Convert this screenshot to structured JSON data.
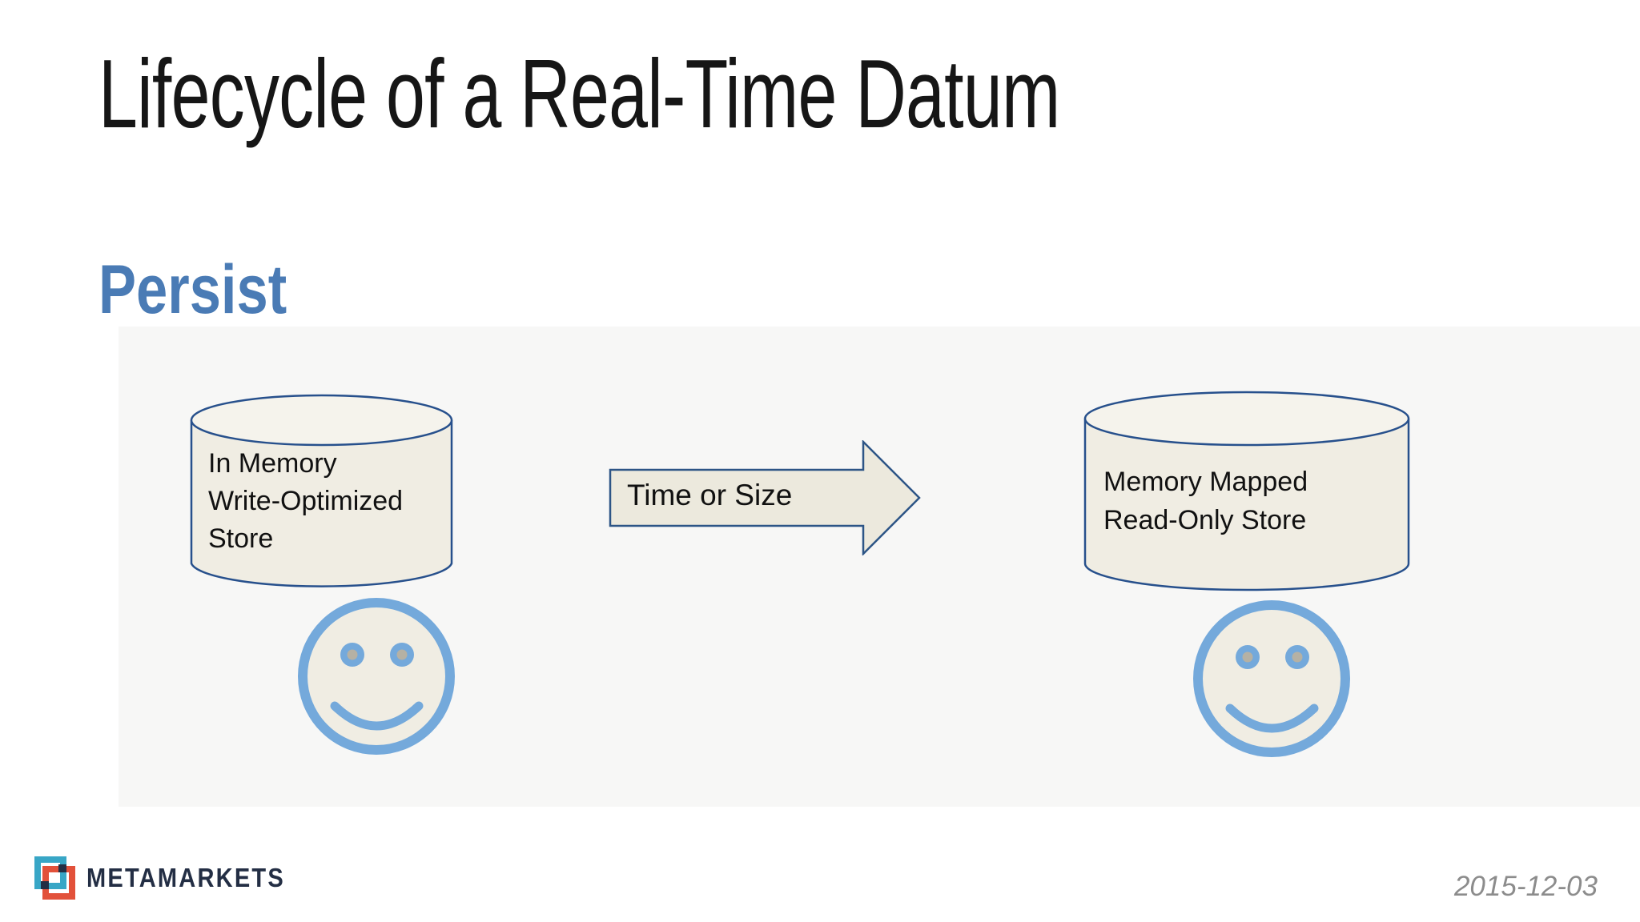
{
  "slide": {
    "title": "Lifecycle of a Real-Time Datum",
    "section_heading": "Persist",
    "date": "2015-12-03",
    "logo_text": "METAMARKETS"
  },
  "diagram": {
    "left_store": {
      "lines": [
        "In Memory",
        "Write-Optimized",
        "Store"
      ]
    },
    "arrow_label": "Time or Size",
    "right_store": {
      "lines": [
        "Memory Mapped",
        "Read-Only Store"
      ]
    }
  },
  "icons": {
    "left_store": "database-cylinder-icon",
    "right_store": "database-cylinder-icon",
    "transition": "right-arrow-icon",
    "left_face": "smiley-face-icon",
    "right_face": "smiley-face-icon"
  },
  "colors": {
    "heading_blue": "#4a7bb5",
    "smiley_blue": "#74a9db",
    "cylinder_fill": "#f0ede3",
    "cylinder_top_fill": "#f5f3ec",
    "cylinder_stroke": "#27508c",
    "arrow_fill": "#ece9dd",
    "arrow_stroke": "#2d5586",
    "eye_pupil": "#b5b1a4",
    "logo_teal": "#38a6c6",
    "logo_orange": "#e2513a",
    "logo_navy": "#232e44",
    "date_gray": "#8c8c8c",
    "title_black": "#161616",
    "panel_gray": "#f7f7f6"
  }
}
